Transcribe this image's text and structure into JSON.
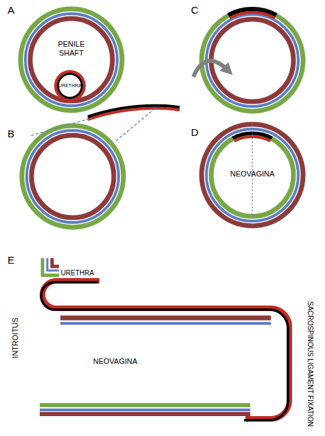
{
  "diagram": {
    "nodes": [
      {
        "text": [
          "PENILE SHAFT"
        ]
      },
      {
        "text": [
          "URETHRA"
        ],
        "in": 0
      },
      {
        "text": [
          "NEOVAGINA"
        ]
      }
    ],
    "labels": [
      "A",
      "B",
      "C",
      "D",
      "E",
      "URETHRA",
      "INTROITUS",
      "NEOVAGINA",
      "SACROSPINOUS LIGAMENT FIXATION"
    ]
  }
}
